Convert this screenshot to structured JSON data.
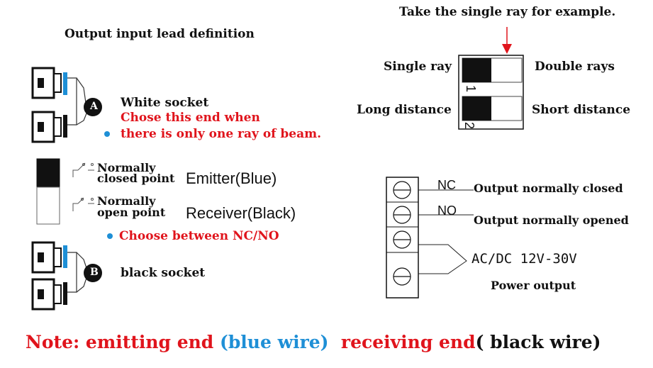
{
  "colors": {
    "red": "#e0141c",
    "blue": "#1e8fd6",
    "black": "#111111",
    "gray": "#333333"
  },
  "left_panel": {
    "title": "Output input lead definition",
    "socket_a": {
      "badge": "A",
      "label": "White socket",
      "note_line1": "Chose this end when",
      "note_line2": "there is only one ray of beam."
    },
    "switches": {
      "nc_label_line1": "Normally",
      "nc_label_line2": "closed point",
      "emitter": "Emitter(Blue)",
      "no_label_line1": "Normally",
      "no_label_line2": "open point",
      "receiver": "Receiver(Black)",
      "choose_note": "Choose between NC/NO"
    },
    "socket_b": {
      "badge": "B",
      "label": "black socket"
    }
  },
  "dip_panel": {
    "header": "Take the single ray for example.",
    "row1_left": "Single ray",
    "row1_right": "Double rays",
    "row2_left": "Long distance",
    "row2_right": "Short distance",
    "switch1_number": "1",
    "switch2_number": "2"
  },
  "terminal_panel": {
    "nc": "NC",
    "nc_desc": "Output normally closed",
    "no": "NO",
    "no_desc": "Output normally opened",
    "power": "AC/DC 12V-30V",
    "power_desc": "Power output"
  },
  "footer": {
    "prefix": "Note: emitting end ",
    "blue_part": "(blue wire)",
    "middle": "  receiving end",
    "suffix": "( black wire)"
  }
}
